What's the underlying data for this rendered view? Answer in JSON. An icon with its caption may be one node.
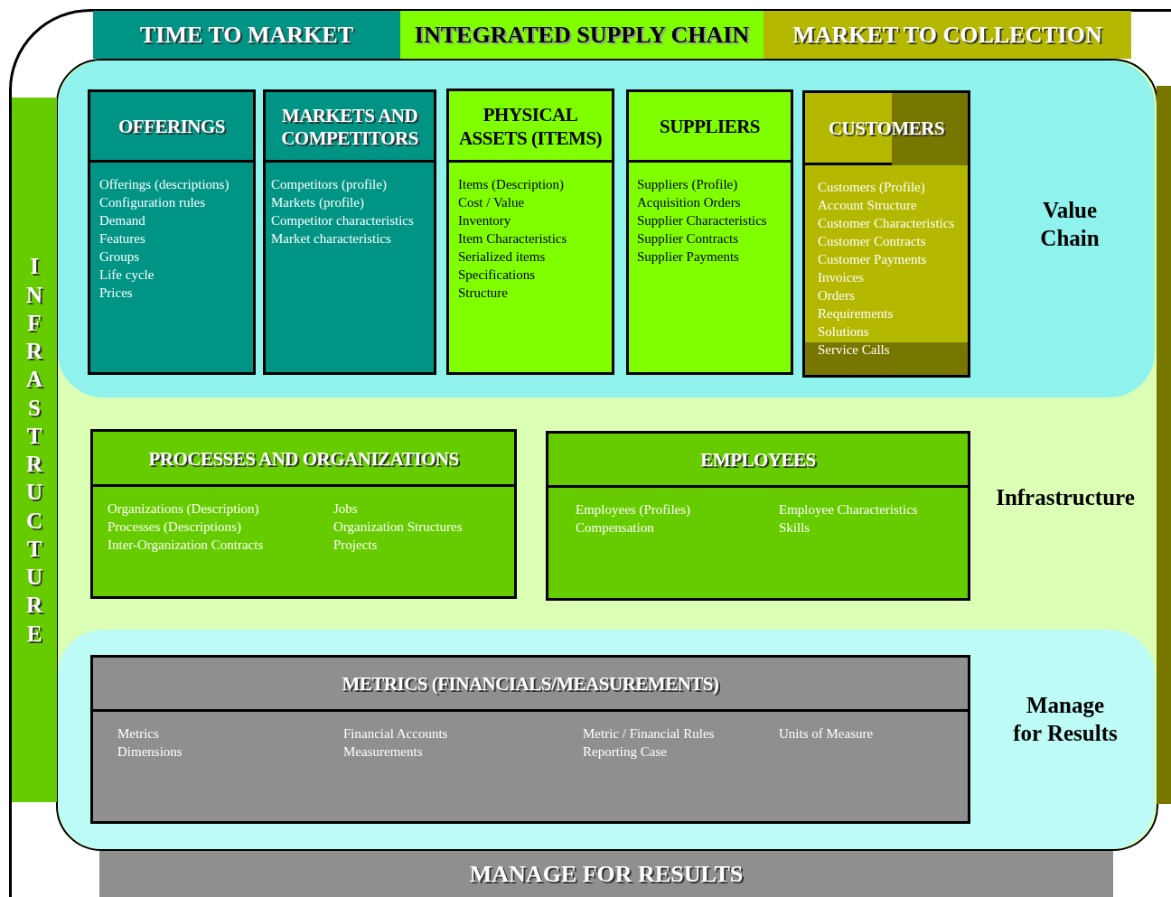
{
  "diagram": {
    "nodes": [
      {
        "text": [
          "TIME TO MARKET"
        ]
      },
      {
        "text": [
          "INTEGRATED SUPPLY CHAIN"
        ]
      },
      {
        "text": [
          "MARKET TO COLLECTION"
        ]
      },
      {
        "text": [
          "INFRASTRUCTURE"
        ]
      },
      {
        "text": [
          "MANAGE FOR RESULTS"
        ]
      },
      {
        "text": [
          "Value Chain"
        ]
      },
      {
        "text": [
          "OFFERINGS",
          "Offerings (descriptions)",
          "Configuration rules",
          "Demand",
          "Features",
          "Groups",
          "Life cycle",
          "Prices"
        ],
        "in": 5
      },
      {
        "text": [
          "MARKETS AND COMPETITORS",
          "Competitors (profile)",
          "Markets (profile)",
          "Competitor characteristics",
          "Market characteristics"
        ],
        "in": 5
      },
      {
        "text": [
          "PHYSICAL ASSETS (ITEMS)",
          "Items (Description)",
          "Cost / Value",
          "Inventory",
          "Item Characteristics",
          "Serialized items",
          "Specifications",
          "Structure"
        ],
        "in": 5
      },
      {
        "text": [
          "SUPPLIERS",
          "Suppliers (Profile)",
          "Acquisition Orders",
          "Supplier Characteristics",
          "Supplier Contracts",
          "Supplier Payments"
        ],
        "in": 5
      },
      {
        "text": [
          "CUSTOMERS",
          "Customers (Profile)",
          "Account Structure",
          "Customer Characteristics",
          "Customer Contracts",
          "Customer Payments",
          "Invoices",
          "Orders",
          "Requirements",
          "Solutions",
          "Service Calls"
        ],
        "in": 5
      },
      {
        "text": [
          "Infrastructure"
        ]
      },
      {
        "text": [
          "PROCESSES AND ORGANIZATIONS",
          "Organizations (Description)",
          "Processes (Descriptions)",
          "Inter-Organization Contracts",
          "Jobs",
          "Organization Structures",
          "Projects"
        ],
        "in": 11
      },
      {
        "text": [
          "EMPLOYEES",
          "Employees (Profiles)",
          "Compensation",
          "Employee Characteristics",
          "Skills"
        ],
        "in": 11
      },
      {
        "text": [
          "Manage for Results"
        ]
      },
      {
        "text": [
          "METRICS (FINANCIALS/MEASUREMENTS)",
          "Metrics",
          "Dimensions",
          "Financial Accounts",
          "Measurements",
          "Metric / Financial Rules",
          "Reporting Case",
          "Units of Measure"
        ],
        "in": 14
      },
      {
        "text": [],
        "shape": "bar"
      }
    ]
  }
}
